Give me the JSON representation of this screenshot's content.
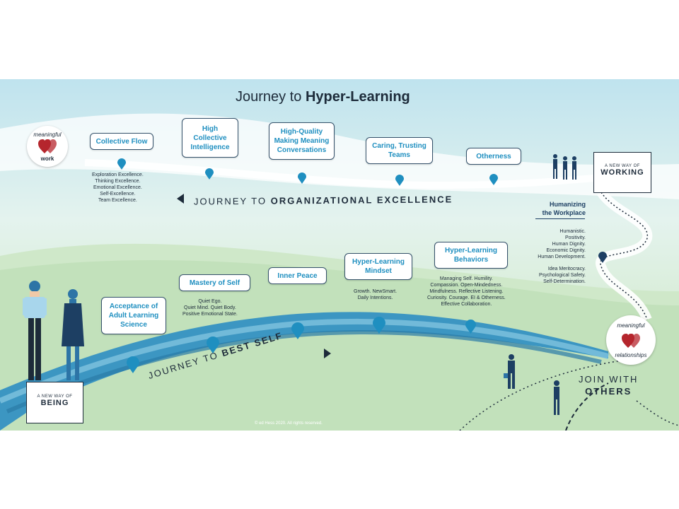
{
  "title": {
    "prefix": "Journey to ",
    "bold": "Hyper-Learning"
  },
  "org_journey": {
    "prefix": "JOURNEY TO ",
    "bold": "ORGANIZATIONAL EXCELLENCE",
    "boxes": [
      {
        "label": "Collective Flow"
      },
      {
        "label": "High Collective Intelligence"
      },
      {
        "label": "High-Quality Making Meaning Conversations"
      },
      {
        "label": "Caring, Trusting Teams"
      },
      {
        "label": "Otherness"
      }
    ],
    "collective_flow_desc": [
      "Exploration Excellence.",
      "Thinking Excellence.",
      "Emotional Excellence.",
      "Self-Excellence.",
      "Team Excellence."
    ]
  },
  "self_journey": {
    "prefix": "JOURNEY TO ",
    "bold": "BEST SELF",
    "boxes": [
      {
        "label": "Acceptance of Adult Learning Science"
      },
      {
        "label": "Mastery of Self"
      },
      {
        "label": "Inner Peace"
      },
      {
        "label": "Hyper-Learning Mindset"
      },
      {
        "label": "Hyper-Learning Behaviors"
      }
    ],
    "mastery_desc": [
      "Quiet Ego.",
      "Quiet Mind. Quiet Body.",
      "Positive Emotional State."
    ],
    "mindset_desc": [
      "Growth. NewSmart.",
      "Daily Intentions."
    ],
    "behaviors_desc": [
      "Managing Self. Humility.",
      "Compassion. Open-Mindedness.",
      "Mindfulness. Reflective Listening.",
      "Curiosity. Courage. EI & Otherness.",
      "Effective Collaboration."
    ]
  },
  "humanizing": {
    "heading": [
      "Humanizing",
      "the Workplace"
    ],
    "list1": [
      "Humanistic.",
      "Positivity.",
      "Human Dignity.",
      "Economic Dignity.",
      "Human Development."
    ],
    "list2": [
      "Idea Meritocracy.",
      "Psychological Safety.",
      "Self-Determination."
    ]
  },
  "working_box": {
    "small": "A NEW WAY OF",
    "big": "WORKING"
  },
  "being_box": {
    "small": "A NEW WAY OF",
    "big": "BEING"
  },
  "badge_work": {
    "top": "meaningful",
    "bottom": "work"
  },
  "badge_relationships": {
    "top": "meaningful",
    "bottom": "relationships"
  },
  "join": [
    "JOIN WITH",
    "OTHERS"
  ],
  "copyright": "© ed Hess 2020. All rights reserved.",
  "colors": {
    "accent": "#1f8fc0",
    "dark": "#1d2b3a",
    "heart": "#b5262d"
  },
  "icons": [
    "heart-icon",
    "map-pin-icon",
    "person-icon",
    "arrow-left-icon",
    "arrow-right-icon"
  ]
}
